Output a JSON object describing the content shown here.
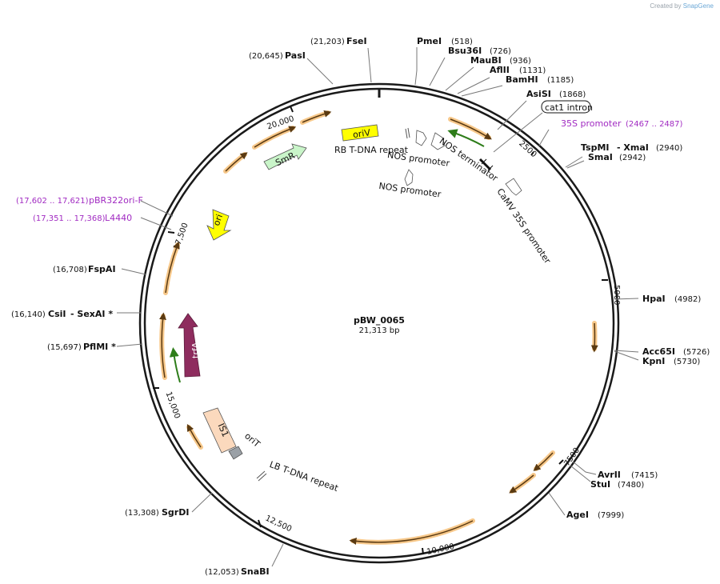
{
  "watermark": {
    "prefix": "Created by",
    "brand": "SnapGene"
  },
  "plasmid": {
    "name": "pBW_0065",
    "length": "21,313 bp"
  },
  "ticks": [
    "2500",
    "5000",
    "7500",
    "10,000",
    "12,500",
    "15,000",
    "17,500",
    "20,000"
  ],
  "sites_right": [
    {
      "name": "PmeI",
      "pos": "(518)"
    },
    {
      "name": "Bsu36I",
      "pos": "(726)"
    },
    {
      "name": "MauBI",
      "pos": "(936)"
    },
    {
      "name": "AflII",
      "pos": "(1131)"
    },
    {
      "name": "BamHI",
      "pos": "(1185)"
    },
    {
      "name": "AsiSI",
      "pos": "(1868)"
    },
    {
      "name": "TspMI",
      "sep": "-",
      "name2": "XmaI",
      "pos": "(2940)"
    },
    {
      "name": "SmaI",
      "pos": "(2942)"
    },
    {
      "name": "HpaI",
      "pos": "(4982)"
    },
    {
      "name": "Acc65I",
      "pos": "(5726)"
    },
    {
      "name": "KpnI",
      "pos": "(5730)"
    },
    {
      "name": "AvrII",
      "pos": "(7415)"
    },
    {
      "name": "StuI",
      "pos": "(7480)"
    },
    {
      "name": "AgeI",
      "pos": "(7999)"
    }
  ],
  "sites_left": [
    {
      "name": "FseI",
      "pos": "(21,203)"
    },
    {
      "name": "PasI",
      "pos": "(20,645)"
    },
    {
      "name": "FspAI",
      "pos": "(16,708)"
    },
    {
      "name": "CsiI",
      "sep": "-",
      "name2": "SexAI *",
      "pos": "(16,140)"
    },
    {
      "name": "PflMI *",
      "pos": "(15,697)"
    },
    {
      "name": "SgrDI",
      "pos": "(13,308)"
    },
    {
      "name": "SnaBI",
      "pos": "(12,053)"
    }
  ],
  "outer_features": [
    {
      "name": "cat1 intron"
    },
    {
      "name": "35S promoter",
      "range": "(2467 .. 2487)"
    },
    {
      "name": "pBR322ori-F",
      "range": "(17,602 .. 17,621)"
    },
    {
      "name": "L4440",
      "range": "(17,351 .. 17,368)"
    }
  ],
  "inner_features": {
    "oriV": "oriV",
    "rb": "RB T-DNA repeat",
    "nos_prom1": "NOS promoter",
    "nos_term": "NOS terminator",
    "nos_prom2": "NOS promoter",
    "camv": "CaMV 35S promoter",
    "smr": "SmR",
    "ori": "ori",
    "trfa": "trfA",
    "is1": "IS1",
    "orit": "oriT",
    "lb": "LB T-DNA repeat"
  },
  "colors": {
    "backbone": "#1a1a1a",
    "orf_glow": "#f7c88a",
    "orf_line": "#5a3a12",
    "green_line": "#2e7d1a",
    "orange_feature": "#f2c57a",
    "origin": "#ffff00",
    "smr": "#c9f5c9",
    "trfa": "#8e2c5e",
    "is1": "#fbd9bd",
    "orit": "#9aa0a6",
    "purple_label": "#a12bc2"
  }
}
